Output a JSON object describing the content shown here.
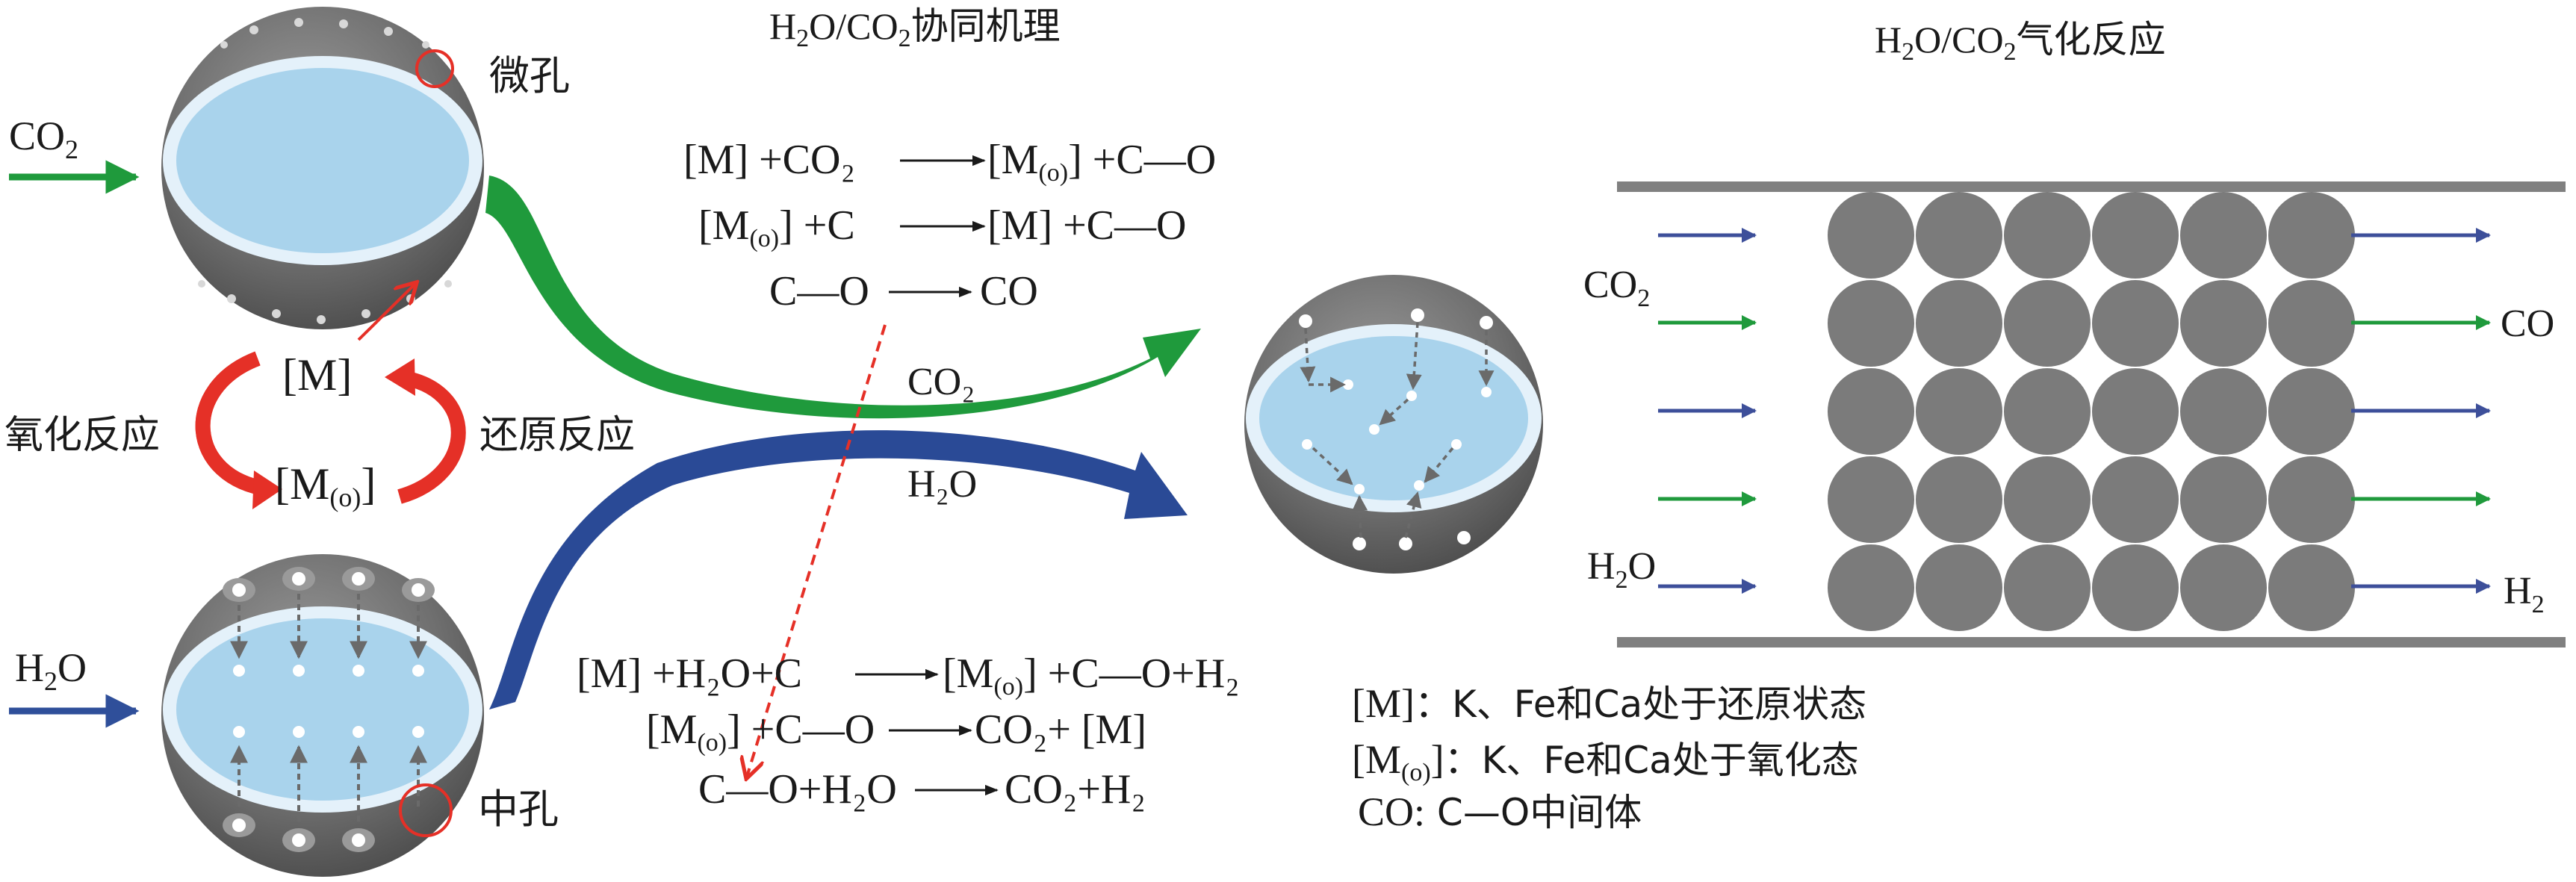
{
  "colors": {
    "green": "#1f9a3c",
    "blue": "#2f4f9a",
    "red": "#e53027",
    "sphere_gray": "#6e6e6e",
    "core_blue": "#a9d3ec",
    "rim_light": "#dcecf7",
    "particle_gray": "#7b7b7b",
    "wall_gray": "#808080"
  },
  "left": {
    "co2_label": "CO",
    "co2_sub": "2",
    "micropore_label": "微孔",
    "h2o_label": "H",
    "h2o_sub": "2",
    "h2o_tail": "O",
    "mesopore_label": "中孔",
    "cycle": {
      "m_label": "[M]",
      "mo_label": "[M",
      "mo_sub": "(o)",
      "mo_close": "]",
      "oxidation_label": "氧化反应",
      "reduction_label": "还原反应"
    }
  },
  "middle": {
    "title_h": "H",
    "title_sub2": "2",
    "title_o": "O/CO",
    "title_rest": "协同机理",
    "eq_co2": [
      {
        "lhs": "[M] +CO₂",
        "rhs": "[M",
        "rhs_sub": "(o)",
        "rhs_tail": "] +C—O"
      },
      {
        "lhs": "[M",
        "lhs_sub": "(o)",
        "lhs_tail": "] +C",
        "rhs": "[M] +C—O"
      },
      {
        "lhs": "C—O",
        "rhs": "CO"
      }
    ],
    "flow_co2": "CO₂",
    "flow_h2o": "H₂O",
    "eq_h2o": [
      {
        "lhs": "[M] +H₂O+C",
        "rhs": "[M",
        "rhs_sub": "(o)",
        "rhs_tail": "] +C—O+H₂"
      },
      {
        "lhs": "[M",
        "lhs_sub": "(o)",
        "lhs_tail": "] +C—O",
        "rhs": "CO₂+ [M]"
      },
      {
        "lhs": "C—O+H₂O",
        "rhs": "CO₂+H₂"
      }
    ]
  },
  "right": {
    "title_h": "H",
    "title_o": "O/CO",
    "title_rest": "气化反应",
    "sub2": "2",
    "in_co2": "CO",
    "in_h2o": "H",
    "out_co": "CO",
    "out_h2": "H",
    "o": "O",
    "legend": [
      {
        "key": "[M]",
        "text": "：K、Fe和Ca处于还原状态"
      },
      {
        "key": "[M",
        "key_sub": "(o)",
        "key_close": "]",
        "text": "：K、Fe和Ca处于氧化态"
      },
      {
        "key": "CO:",
        "text": " C—O中间体"
      }
    ]
  }
}
